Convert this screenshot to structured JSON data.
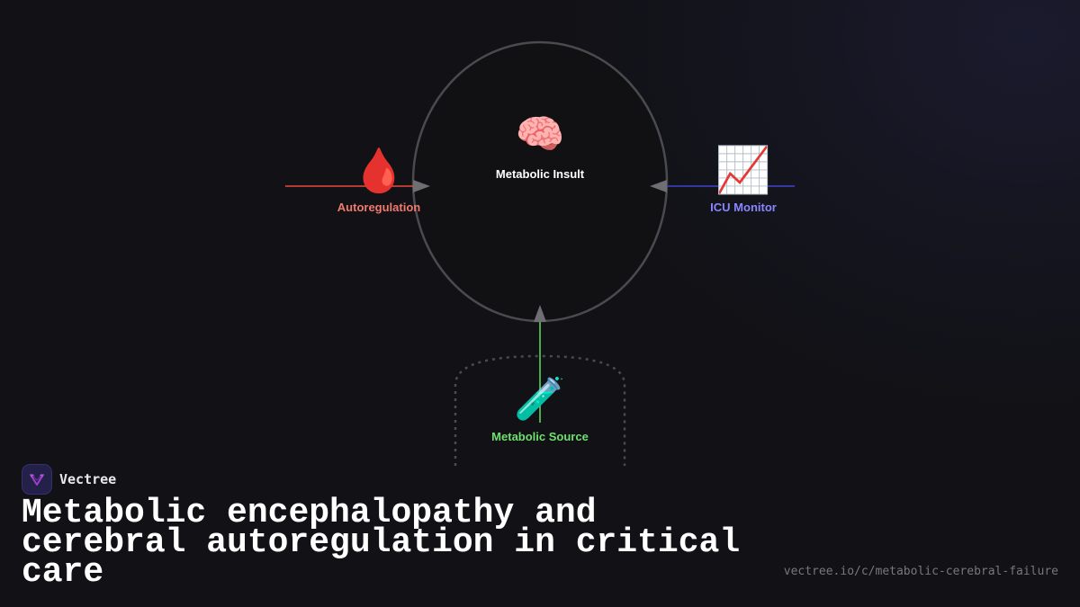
{
  "diagram": {
    "center": {
      "label": "Metabolic Insult",
      "icon": "brain-icon",
      "glyph": "🧠"
    },
    "nodes": [
      {
        "id": "autoregulation",
        "label": "Autoregulation",
        "icon": "blood-drop-icon",
        "glyph": "🩸",
        "color": "#f07a6e",
        "line_color": "#e74c3c"
      },
      {
        "id": "icu-monitor",
        "label": "ICU Monitor",
        "icon": "chart-increasing-icon",
        "glyph": "📈",
        "color": "#8b85ff",
        "line_color": "#4343d0"
      },
      {
        "id": "metabolic-source",
        "label": "Metabolic Source",
        "icon": "test-tube-icon",
        "glyph": "🧪",
        "color": "#6ee06e",
        "line_color": "#5ee05e"
      }
    ]
  },
  "brand": {
    "name": "Vectree",
    "logo_icon": "vectree-logo-icon"
  },
  "title": "Metabolic encephalopathy and cerebral autoregulation in critical care",
  "url": "vectree.io/c/metabolic-cerebral-failure"
}
